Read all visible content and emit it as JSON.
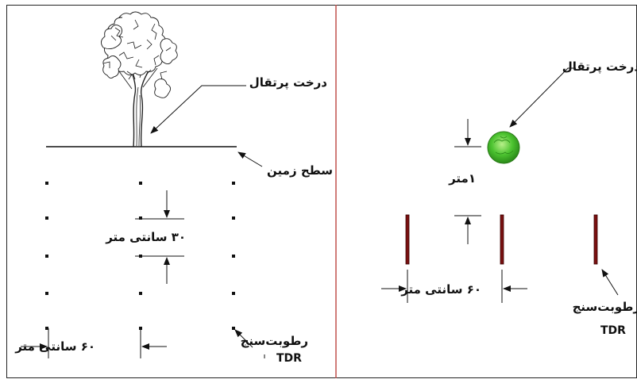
{
  "left_panel": {
    "tree_label": "درخت پرتقال",
    "ground_label": "سطح زمین",
    "vertical_spacing_label": "۳۰ سانتی متر",
    "horizontal_spacing_label": "۶۰ سانتی متر",
    "sensor_label": "رطوبت‌سنج",
    "sensor_type": "TDR"
  },
  "right_panel": {
    "tree_label": "درخت پرتقال",
    "distance_label": "۱متر",
    "horizontal_spacing_label": "۶۰ سانتی متر",
    "sensor_label": "رطوبت‌سنج",
    "sensor_type": "TDR"
  },
  "colors": {
    "divider": "#c0504d",
    "sensor_probe": "#7a1010",
    "tree_canopy": "#3fbf2a",
    "ink": "#111111"
  },
  "icons": {
    "tree": "tree-side-view-icon",
    "canopy": "tree-top-view-icon"
  }
}
